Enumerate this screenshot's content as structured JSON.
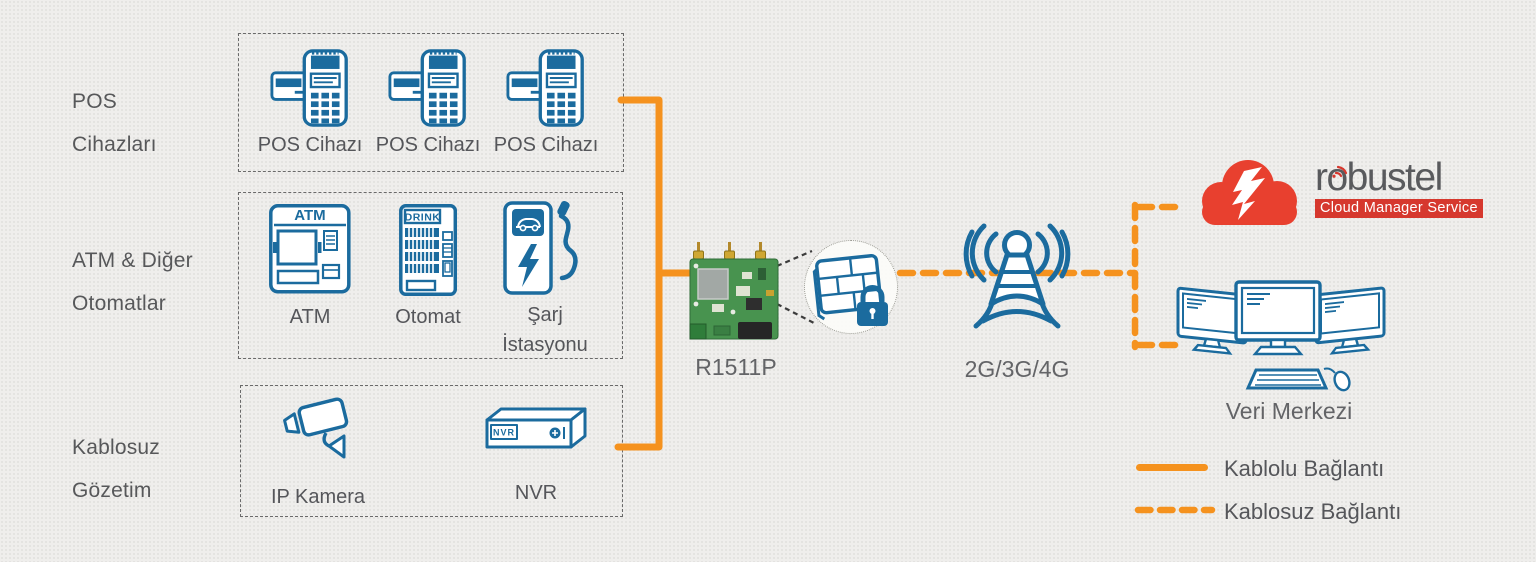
{
  "canvas": {
    "bg": "#efeeec"
  },
  "colors": {
    "orange": "#f5921e",
    "blue": "#1b6b9e",
    "text_gray": "#55565a",
    "cloud_red": "#e8402f",
    "banner_red": "#d6382e",
    "box_border_gray": "#6a6a6a",
    "pcb_green": "#48934f"
  },
  "groups": [
    {
      "label_lines": [
        "POS",
        "Cihazları"
      ],
      "items": [
        {
          "caption_lines": [
            "POS Cihazı"
          ],
          "icon": "pos-terminal-icon"
        },
        {
          "caption_lines": [
            "POS Cihazı"
          ],
          "icon": "pos-terminal-icon"
        },
        {
          "caption_lines": [
            "POS Cihazı"
          ],
          "icon": "pos-terminal-icon"
        }
      ]
    },
    {
      "label_lines": [
        "ATM & Diğer",
        "Otomatlar"
      ],
      "items": [
        {
          "caption_lines": [
            "ATM"
          ],
          "icon": "atm-icon",
          "icon_text": "ATM"
        },
        {
          "caption_lines": [
            "Otomat"
          ],
          "icon": "vending-machine-icon",
          "icon_text": "DRINK"
        },
        {
          "caption_lines": [
            "Şarj",
            "İstasyonu"
          ],
          "icon": "ev-charging-station-icon"
        }
      ]
    },
    {
      "label_lines": [
        "Kablosuz",
        "Gözetim"
      ],
      "items": [
        {
          "caption_lines": [
            "IP Kamera"
          ],
          "icon": "ip-camera-icon"
        },
        {
          "caption_lines": [
            "NVR"
          ],
          "icon": "nvr-icon",
          "icon_text": "NVR"
        }
      ]
    }
  ],
  "nodes": {
    "router": {
      "label": "R1511P",
      "icon": "router-pcb-image"
    },
    "security": {
      "icon": "firewall-lock-icon"
    },
    "cellular": {
      "label": "2G/3G/4G",
      "icon": "radio-tower-icon"
    },
    "cloud": {
      "brand": "robustel",
      "banner": "Cloud Manager Service",
      "icon": "robustel-cloud-logo"
    },
    "datacenter": {
      "label": "Veri Merkezi",
      "icon": "workstations-icon"
    }
  },
  "legend": [
    {
      "style": "solid",
      "label": "Kablolu Bağlantı"
    },
    {
      "style": "dashed",
      "label": "Kablosuz Bağlantı"
    }
  ]
}
